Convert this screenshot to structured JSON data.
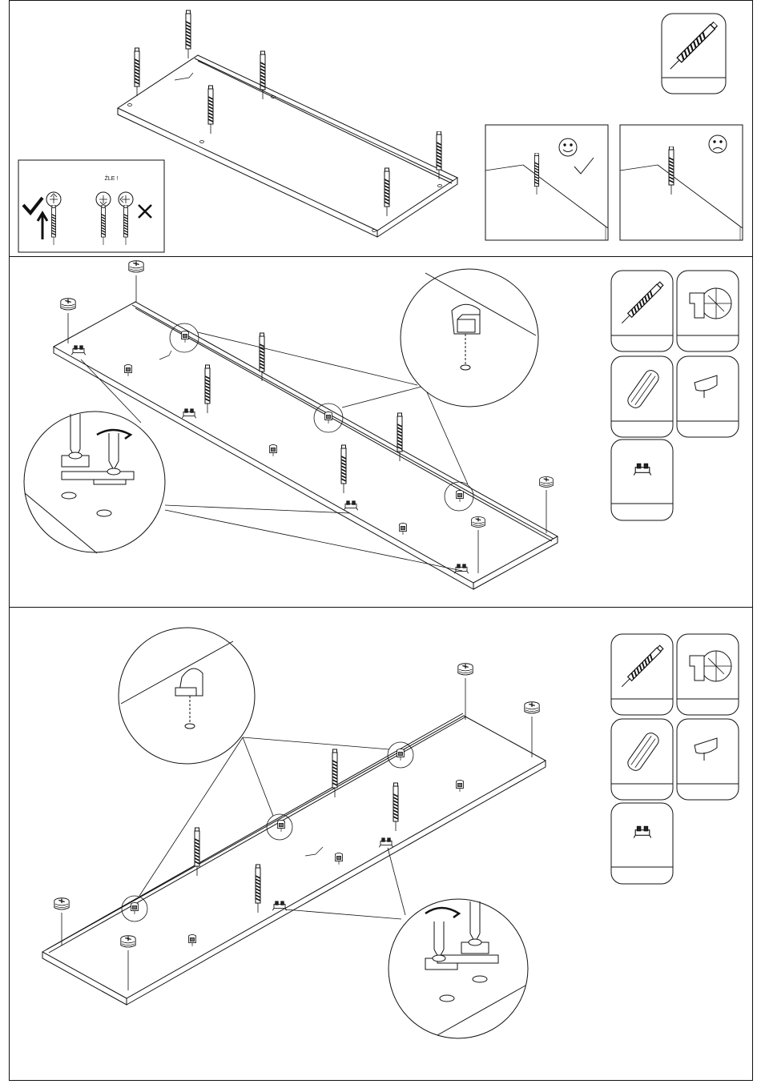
{
  "document": {
    "type": "furniture assembly instruction sheet",
    "steps": [
      {
        "id": "step-1",
        "hardware": [
          "dowel-icon"
        ],
        "warning_box": {
          "label": "ŹLE !"
        },
        "comparison": [
          {
            "face": "smiley-icon",
            "mark": "check-icon"
          },
          {
            "face": "sad-face-icon",
            "mark": "none"
          }
        ]
      },
      {
        "id": "step-2",
        "hardware": [
          "dowel-icon",
          "cam-lock-icon",
          "wooden-dowel-icon",
          "shelf-pin-icon",
          "hinge-plate-icon"
        ]
      },
      {
        "id": "step-3",
        "hardware": [
          "dowel-icon",
          "cam-lock-icon",
          "wooden-dowel-icon",
          "shelf-pin-icon",
          "hinge-plate-icon"
        ]
      }
    ]
  },
  "colors": {
    "line": "#111111",
    "background": "#ffffff"
  }
}
